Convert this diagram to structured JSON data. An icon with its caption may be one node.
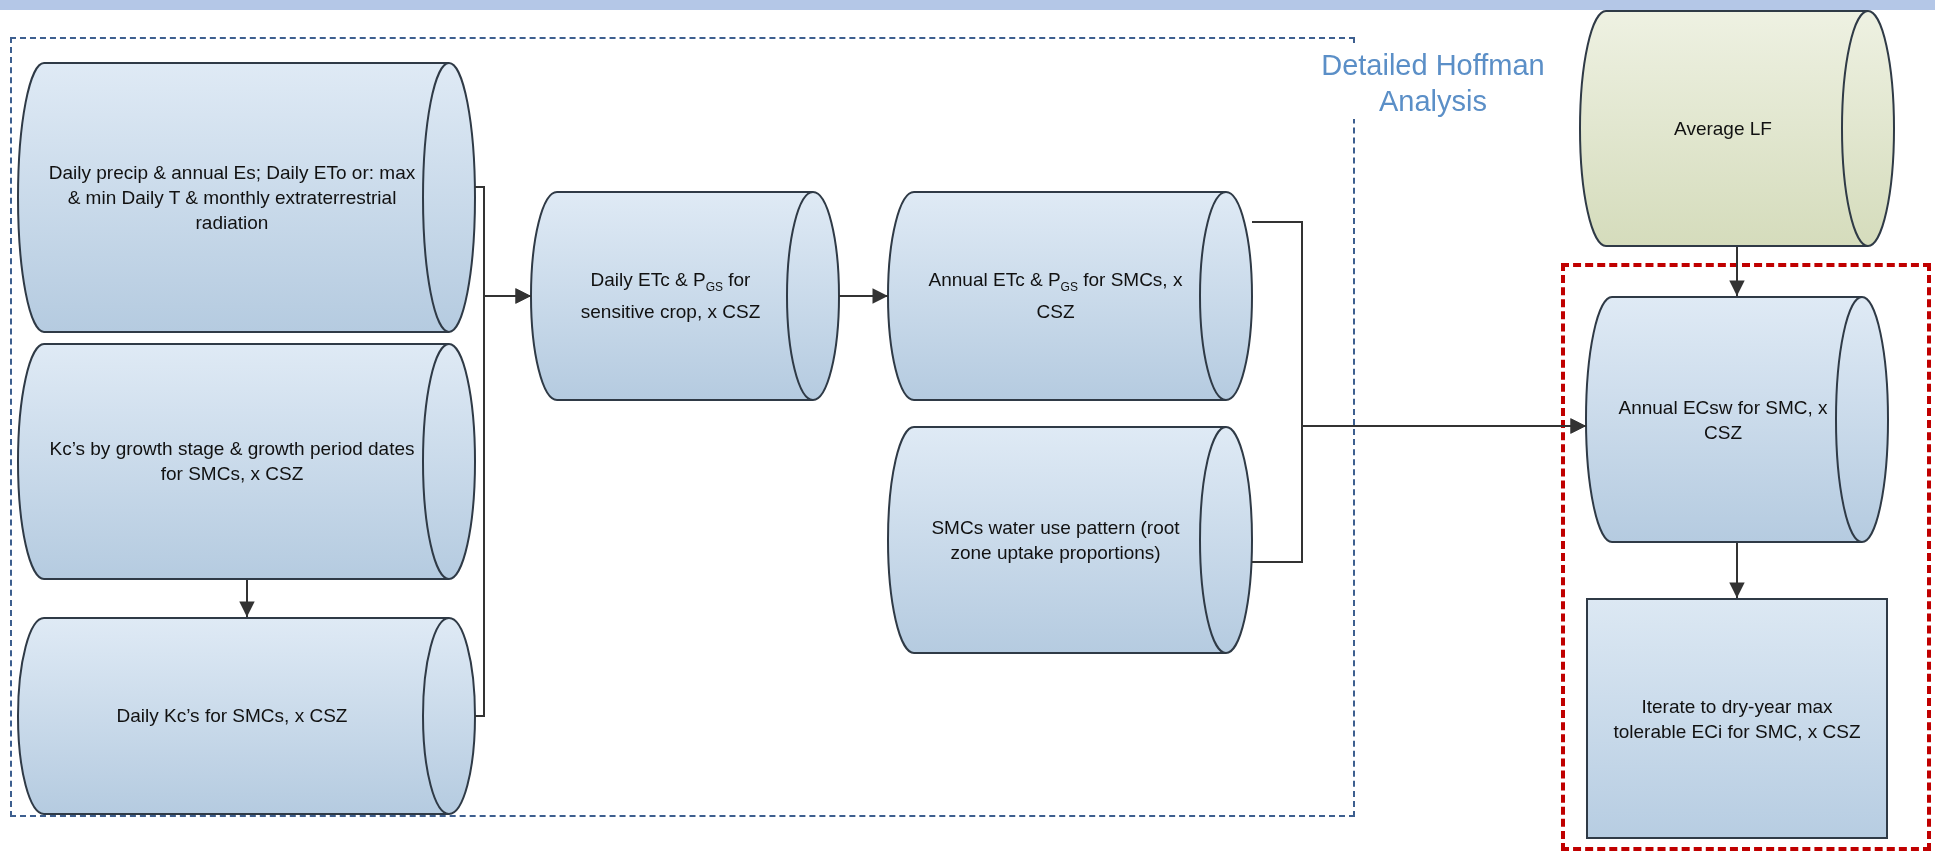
{
  "diagram": {
    "nodes": [
      {
        "text": [
          "Detailed Hoffman Analysis"
        ]
      },
      {
        "text": [
          "Daily precip & annual Es; Daily ETo or: max & min Daily T & monthly extraterrestrial radiation"
        ],
        "in": 0
      },
      {
        "text": [
          "Kc’s by growth stage & growth period dates for SMCs, x CSZ"
        ],
        "in": 0
      },
      {
        "text": [
          "Daily Kc’s for SMCs, x CSZ"
        ],
        "in": 0
      },
      {
        "text": [
          "Daily ETc & P$_{GS}$ for sensitive crop, x CSZ"
        ],
        "in": 0
      },
      {
        "text": [
          "Annual ETc & P$_{GS}$ for SMCs, x CSZ"
        ],
        "in": 0
      },
      {
        "text": [
          "SMCs water use pattern (root zone uptake proportions)"
        ],
        "in": 0
      },
      {
        "text": [
          "Average LF"
        ]
      },
      {
        "text": [],
        "shape": "box"
      },
      {
        "text": [
          "Annual ECsw for SMC, x CSZ"
        ],
        "in": 8
      },
      {
        "text": [
          "Iterate to dry-year max tolerable ECi for SMC, x CSZ"
        ],
        "in": 8
      }
    ],
    "edges": [
      {
        "from": 1,
        "to": 4,
        "arrow": "to"
      },
      {
        "from": 3,
        "to": 4,
        "arrow": "to"
      },
      {
        "from": 2,
        "to": 3,
        "arrow": "to"
      },
      {
        "from": 4,
        "to": 5,
        "arrow": "to"
      },
      {
        "from": 5,
        "to": 9,
        "arrow": "to"
      },
      {
        "from": 6,
        "to": 9,
        "arrow": "to"
      },
      {
        "from": 7,
        "to": 9,
        "arrow": "to"
      },
      {
        "from": 9,
        "to": 10,
        "arrow": "to"
      }
    ]
  }
}
